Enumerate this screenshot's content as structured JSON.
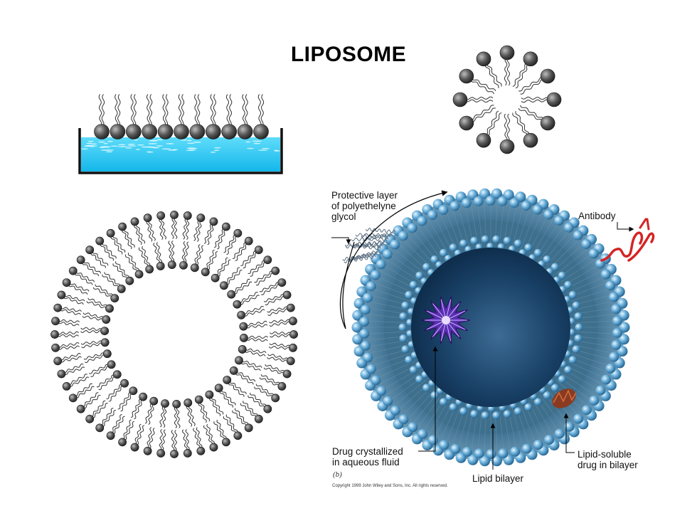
{
  "title": "LIPOSOME",
  "colors": {
    "water": "#27c8f0",
    "head_dark": "#3a3a3a",
    "vesicle_blue": "#2f6f9f",
    "core_dark": "#0e2d4c",
    "drug_purple": "#5a2fb0",
    "antibody_red": "#d32020"
  },
  "panel_b": {
    "labels": {
      "peg": "Protective layer\nof polyethelyne\nglycol",
      "antibody": "Antibody",
      "drug_aqueous": "Drug crystallized\nin aqueous fluid",
      "lipid_soluble": "Lipid-soluble\ndrug in bilayer",
      "bilayer": "Lipid bilayer"
    },
    "figure_letter": "(b)",
    "copyright": "Copyright 1999 John Wiley and Sons, Inc. All rights reserved."
  }
}
